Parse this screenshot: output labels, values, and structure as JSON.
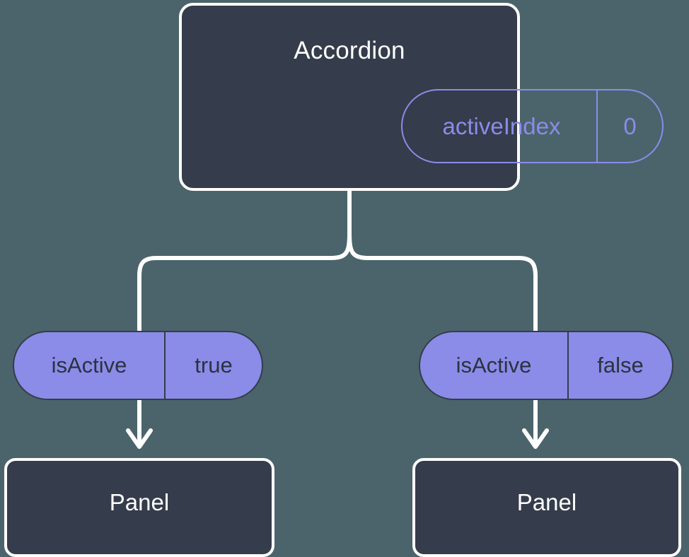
{
  "theme": {
    "background": "#4b646c",
    "node_fill": "#353c4b",
    "node_border": "#ffffff",
    "accent_purple": "#8a8ce8",
    "connector": "#ffffff",
    "pill_text_dark": "#2b3240"
  },
  "diagram": {
    "root": {
      "title": "Accordion",
      "prop": {
        "key": "activeIndex",
        "value": "0"
      }
    },
    "children": [
      {
        "prop": {
          "key": "isActive",
          "value": "true"
        },
        "leaf": {
          "title": "Panel"
        }
      },
      {
        "prop": {
          "key": "isActive",
          "value": "false"
        },
        "leaf": {
          "title": "Panel"
        }
      }
    ]
  }
}
